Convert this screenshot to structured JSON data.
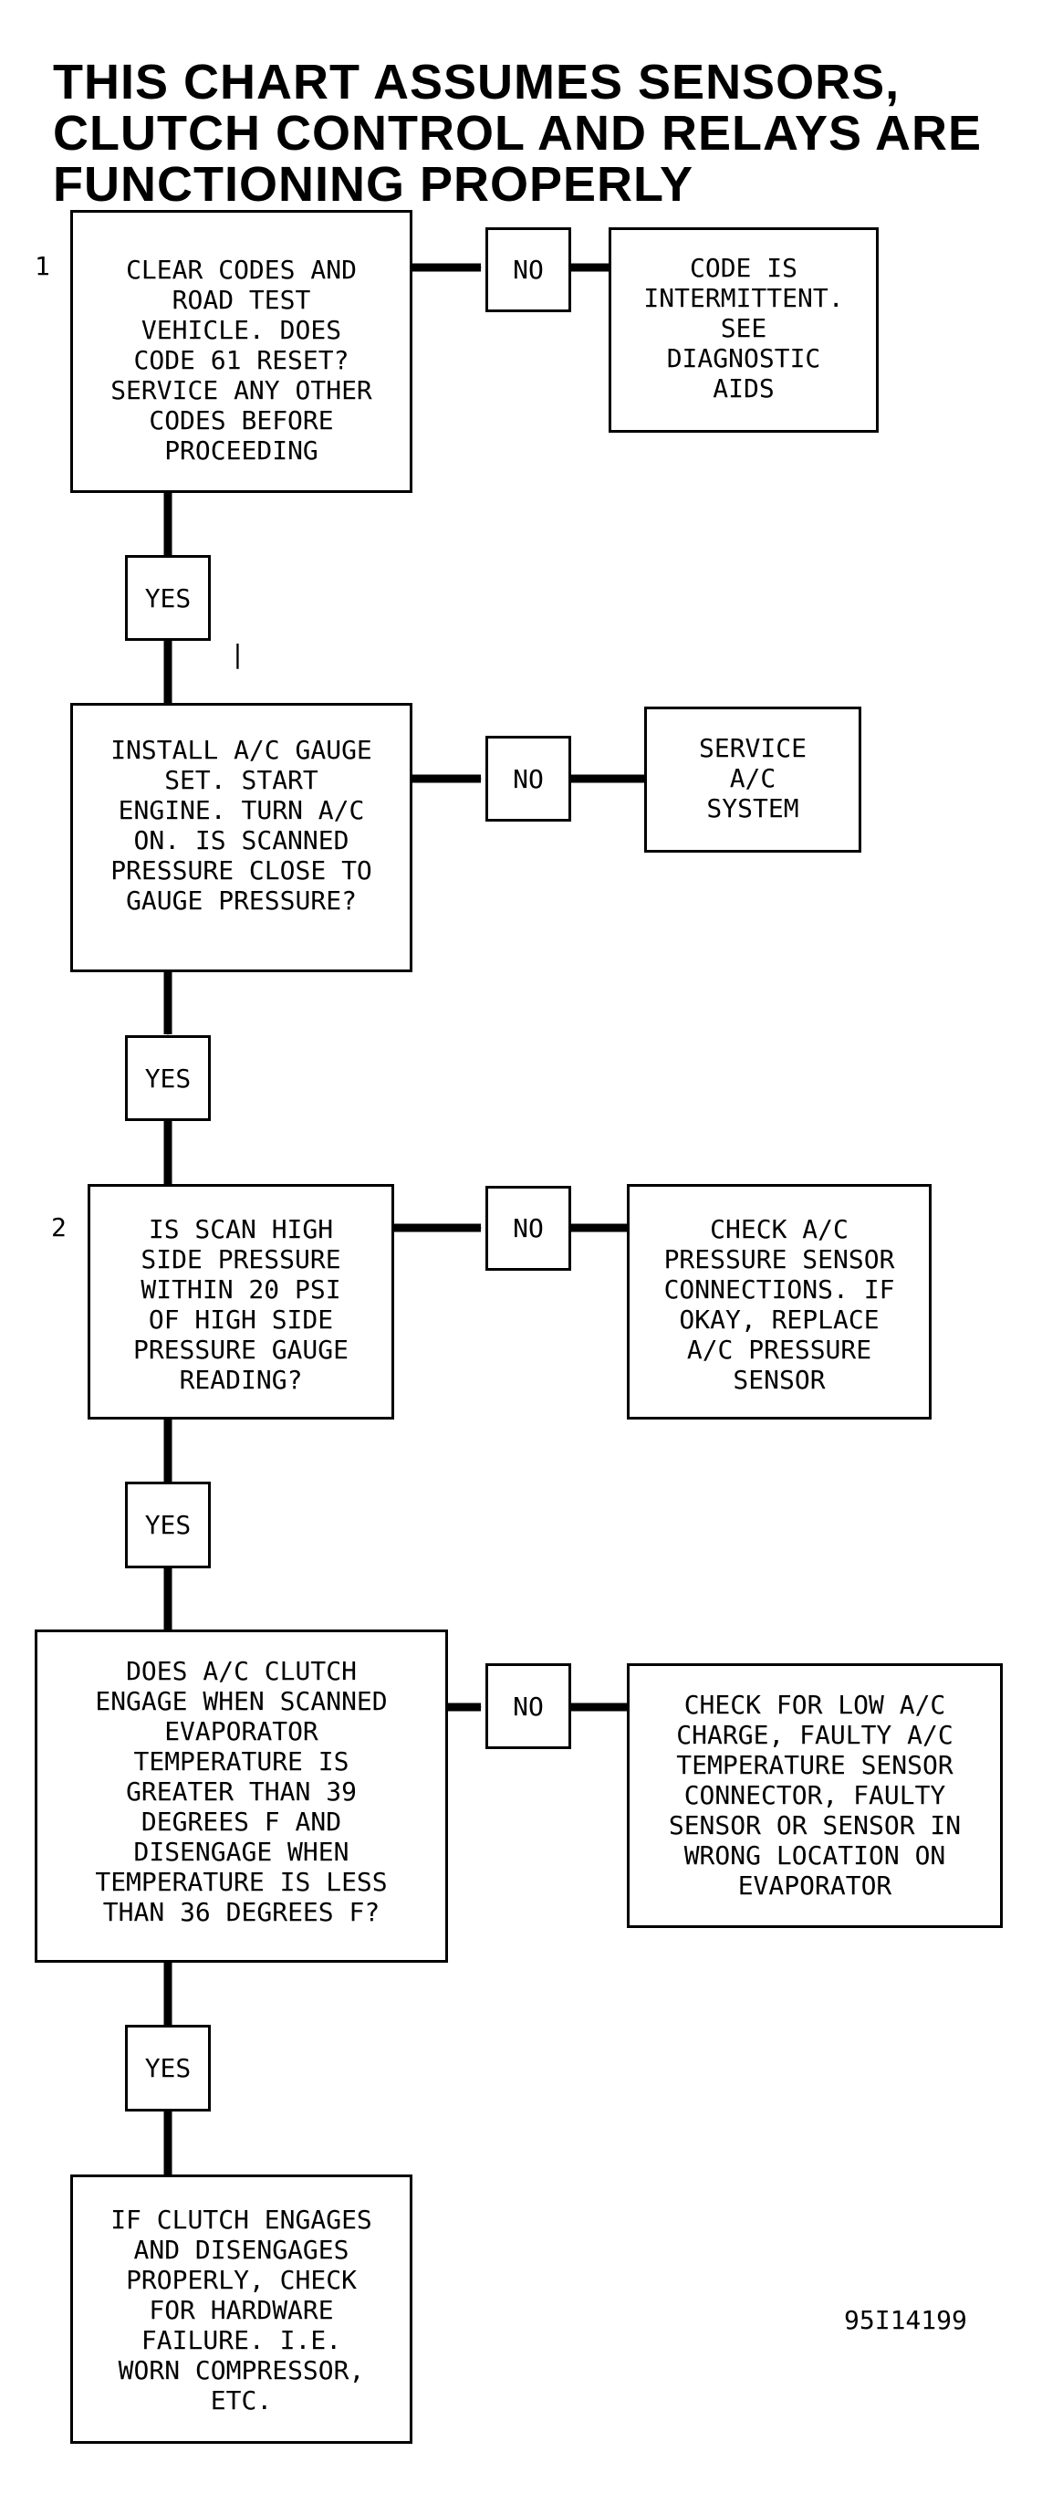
{
  "title": {
    "lines": [
      "THIS CHART ASSUMES SENSORS,",
      "CLUTCH CONTROL AND RELAYS ARE",
      "FUNCTIONING PROPERLY"
    ]
  },
  "steps": [
    {
      "number": "1",
      "question": [
        "CLEAR CODES AND",
        "ROAD TEST",
        "VEHICLE. DOES",
        "CODE 61 RESET?",
        "SERVICE ANY OTHER",
        "CODES BEFORE",
        "PROCEEDING"
      ],
      "no_label": "NO",
      "no_result": [
        "CODE IS",
        "INTERMITTENT.",
        "SEE",
        "DIAGNOSTIC",
        "AIDS"
      ],
      "yes_label": "YES"
    },
    {
      "number": "",
      "question": [
        "INSTALL A/C GAUGE",
        "SET. START",
        "ENGINE. TURN A/C",
        "ON. IS SCANNED",
        "PRESSURE CLOSE TO",
        "GAUGE PRESSURE?"
      ],
      "no_label": "NO",
      "no_result": [
        "SERVICE",
        "A/C",
        "SYSTEM"
      ],
      "yes_label": "YES"
    },
    {
      "number": "2",
      "question": [
        "IS SCAN HIGH",
        "SIDE PRESSURE",
        "WITHIN 20 PSI",
        "OF HIGH SIDE",
        "PRESSURE GAUGE",
        "READING?"
      ],
      "no_label": "NO",
      "no_result": [
        "CHECK A/C",
        "PRESSURE SENSOR",
        "CONNECTIONS. IF",
        "OKAY, REPLACE",
        "A/C PRESSURE",
        "SENSOR"
      ],
      "yes_label": "YES"
    },
    {
      "number": "",
      "question": [
        "DOES A/C CLUTCH",
        "ENGAGE WHEN SCANNED",
        "EVAPORATOR",
        "TEMPERATURE IS",
        "GREATER THAN 39",
        "DEGREES F AND",
        "DISENGAGE WHEN",
        "TEMPERATURE IS LESS",
        "THAN 36 DEGREES F?"
      ],
      "no_label": "NO",
      "no_result": [
        "CHECK FOR LOW A/C",
        "CHARGE, FAULTY A/C",
        "TEMPERATURE SENSOR",
        "CONNECTOR, FAULTY",
        "SENSOR OR SENSOR IN",
        "WRONG LOCATION ON",
        "EVAPORATOR"
      ],
      "yes_label": "YES"
    }
  ],
  "final": [
    "IF CLUTCH ENGAGES",
    "AND DISENGAGES",
    "PROPERLY, CHECK",
    "FOR HARDWARE",
    "FAILURE. I.E.",
    "WORN COMPRESSOR,",
    "ETC."
  ],
  "figure_code": "95I14199",
  "tick_mark": "|"
}
